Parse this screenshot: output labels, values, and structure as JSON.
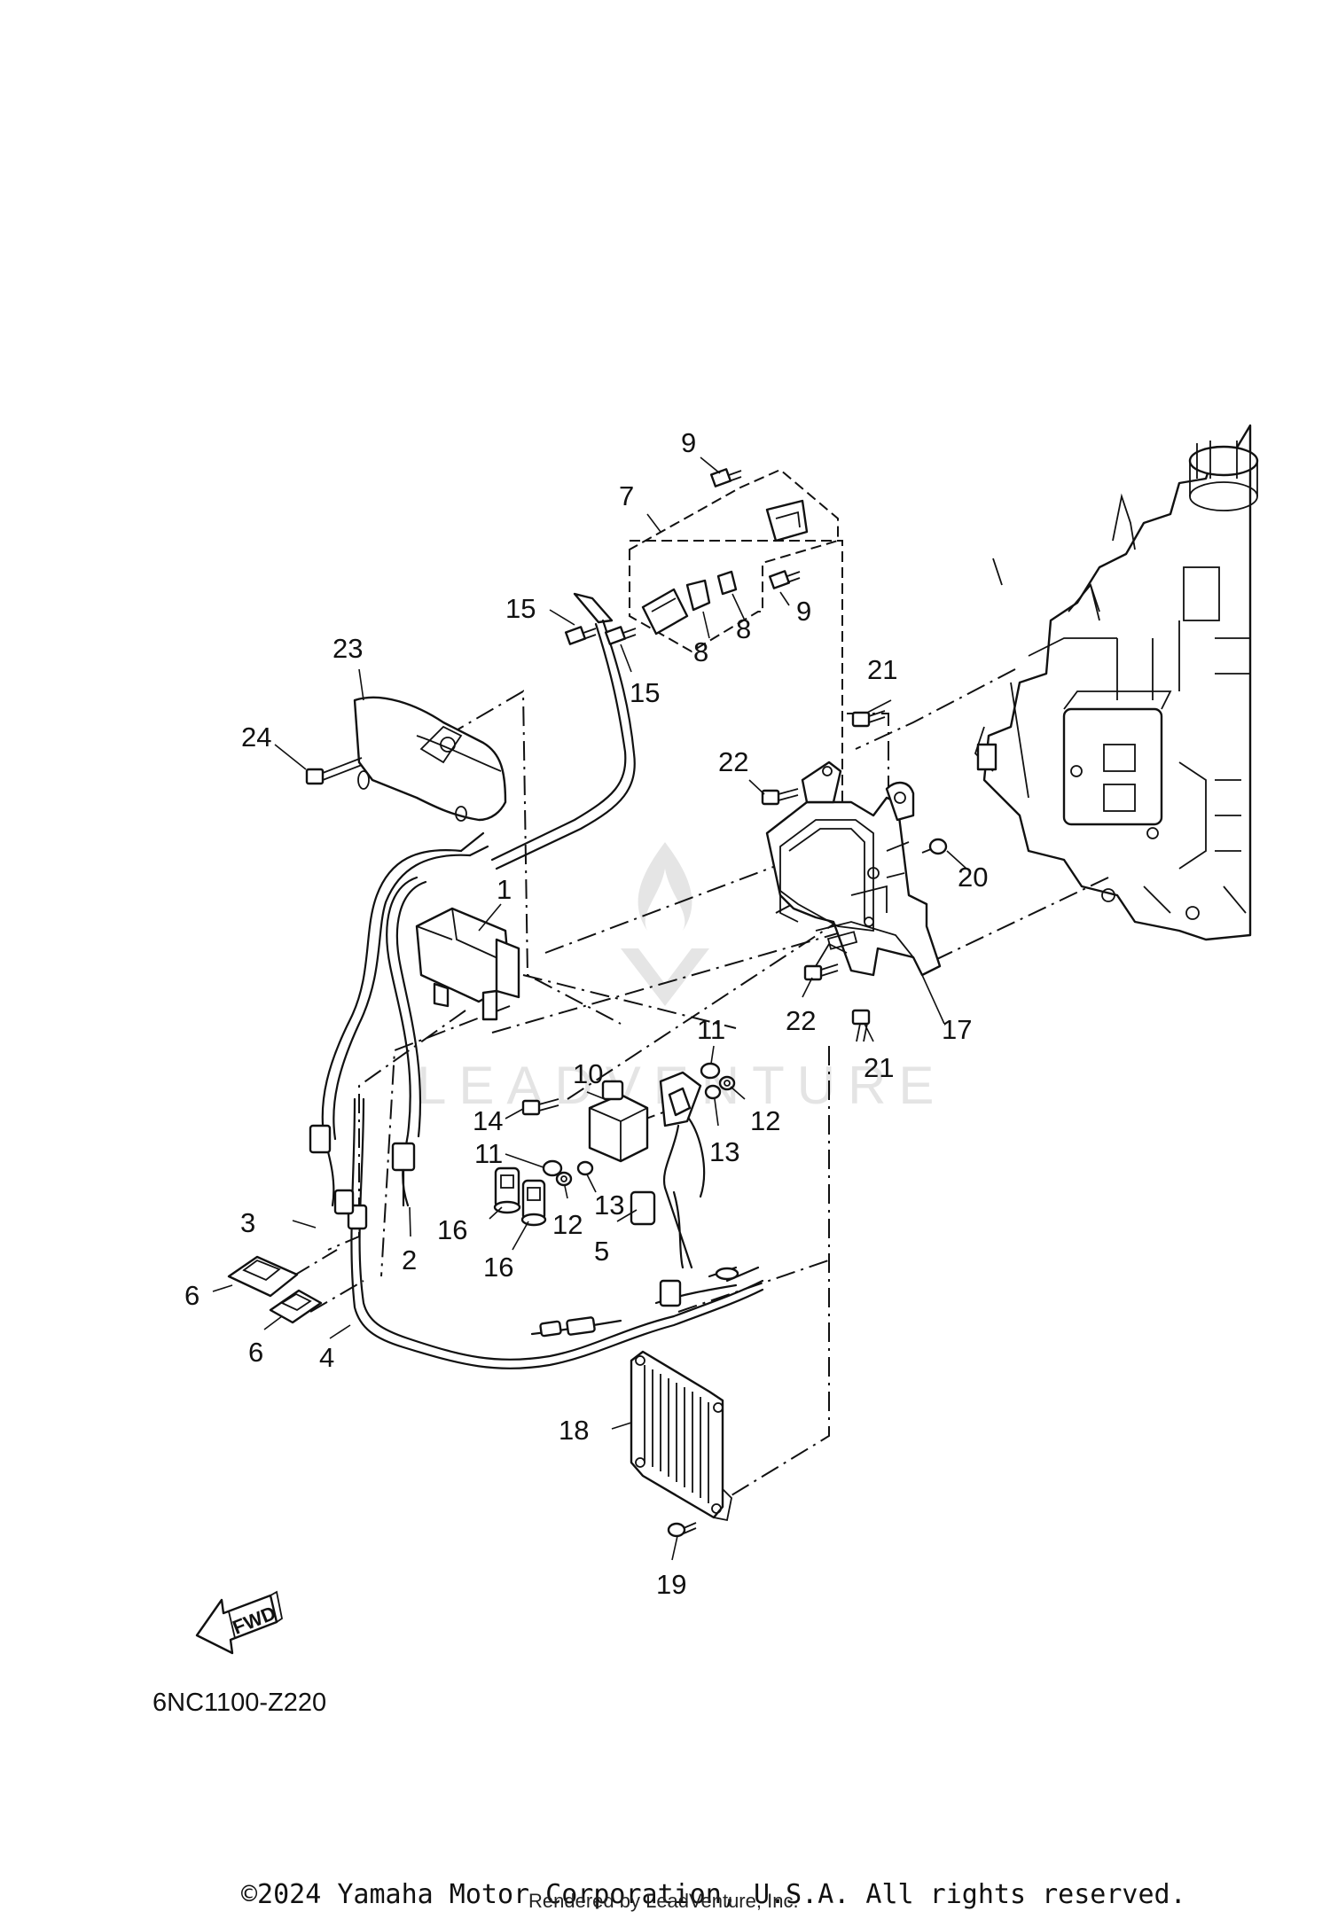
{
  "diagram": {
    "callouts": [
      "1",
      "2",
      "3",
      "4",
      "5",
      "6",
      "6",
      "7",
      "8",
      "8",
      "9",
      "9",
      "10",
      "11",
      "11",
      "12",
      "12",
      "13",
      "13",
      "14",
      "15",
      "15",
      "16",
      "16",
      "17",
      "18",
      "19",
      "20",
      "21",
      "21",
      "22",
      "22",
      "23",
      "24"
    ],
    "diagram_code": "6NC1100-Z220",
    "fwd_label": "FWD"
  },
  "watermark": {
    "text": "LEADVENTURE"
  },
  "footer": {
    "copyright": "©2024 Yamaha Motor Corporation, U.S.A. All rights reserved.",
    "rendered_by": "Rendered by LeadVenture, Inc."
  }
}
